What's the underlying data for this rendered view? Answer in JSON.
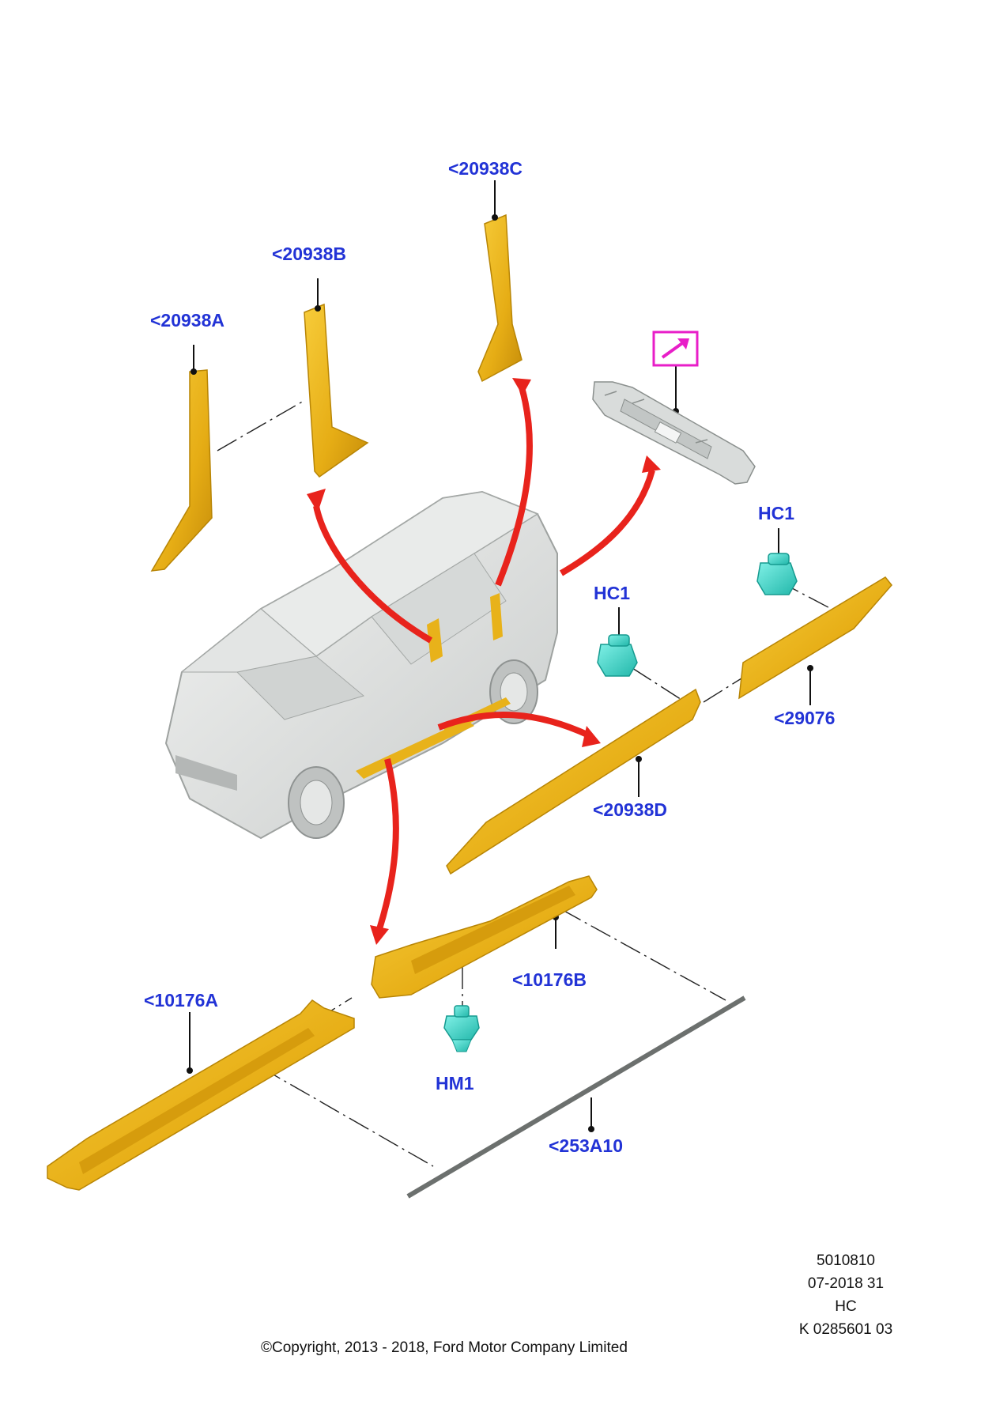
{
  "callouts": {
    "c20938C": "<20938C",
    "c20938B": "<20938B",
    "c20938A": "<20938A",
    "hc1_right": "HC1",
    "hc1_left": "HC1",
    "c29076": "<29076",
    "c20938D": "<20938D",
    "c10176B": "<10176B",
    "c10176A": "<10176A",
    "hm1": "HM1",
    "c253A10": "<253A10"
  },
  "meta": {
    "line1": "5010810",
    "line2": "07-2018 31",
    "line3": "HC",
    "line4": "K 0285601 03"
  },
  "copyright": "©Copyright, 2013 - 2018, Ford Motor Company Limited",
  "colors": {
    "callout_text": "#2233d6",
    "part_yellow": "#e8b21a",
    "clip_cyan": "#3ed6c8",
    "arrow_red": "#e8231c",
    "magenta_box": "#e81ec8"
  },
  "icons": {
    "magenta_box": "external-link-arrow-icon"
  }
}
